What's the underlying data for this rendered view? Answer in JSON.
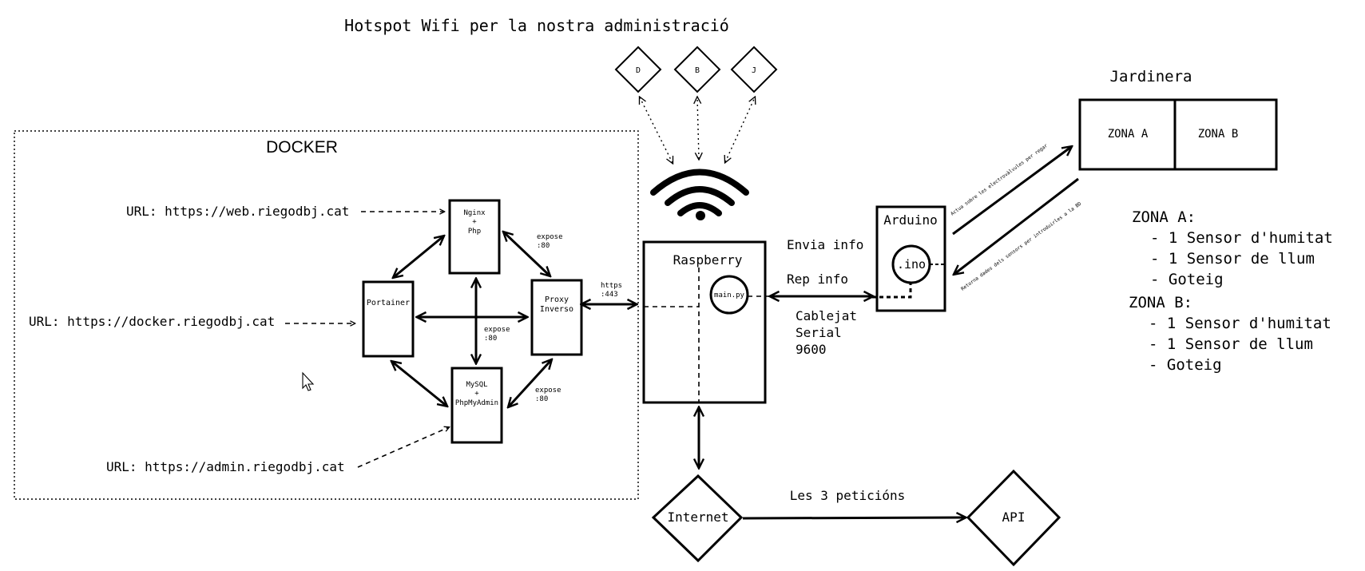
{
  "hotspot": {
    "title": "Hotspot Wifi per la nostra administració",
    "devices": [
      "D",
      "B",
      "J"
    ]
  },
  "docker": {
    "title": "DOCKER",
    "url_web": "URL: https://web.riegodbj.cat",
    "url_docker": "URL: https://docker.riegodbj.cat",
    "url_admin": "URL: https://admin.riegodbj.cat",
    "nginx": [
      "Nginx",
      "+",
      "Php"
    ],
    "portainer": "Portainer",
    "proxy": [
      "Proxy",
      "Inverso"
    ],
    "mysql": [
      "MySQL",
      "+",
      "PhpMyAdmin"
    ],
    "expose_top": [
      "expose",
      ":80"
    ],
    "expose_mid": [
      "expose",
      ":80"
    ],
    "expose_bottom": [
      "expose",
      ":80"
    ],
    "https": [
      "https",
      ":443"
    ]
  },
  "raspberry": {
    "label": "Raspberry",
    "script": "main.py"
  },
  "links": {
    "envia": "Envia info",
    "rep": "Rep info",
    "cablejat": [
      "Cablejat",
      "Serial",
      "9600"
    ],
    "peticions": "Les 3 peticións"
  },
  "arduino": {
    "label": "Arduino",
    "file": ".ino",
    "act_note": "Actua sobre les electrovàlvules per regar",
    "return_note": "Retorna dades dels sensors per introduirles a la BD"
  },
  "internet": "Internet",
  "api": "API",
  "jardinera": {
    "title": "Jardinera",
    "zone_a": "ZONA A",
    "zone_b": "ZONA B"
  },
  "zones": {
    "a_title": "ZONA A:",
    "a_items": [
      "- 1 Sensor d'humitat",
      "- 1 Sensor de llum",
      "- Goteig"
    ],
    "b_title": "ZONA B:",
    "b_items": [
      "- 1 Sensor d'humitat",
      "- 1 Sensor de llum",
      "- Goteig"
    ]
  }
}
